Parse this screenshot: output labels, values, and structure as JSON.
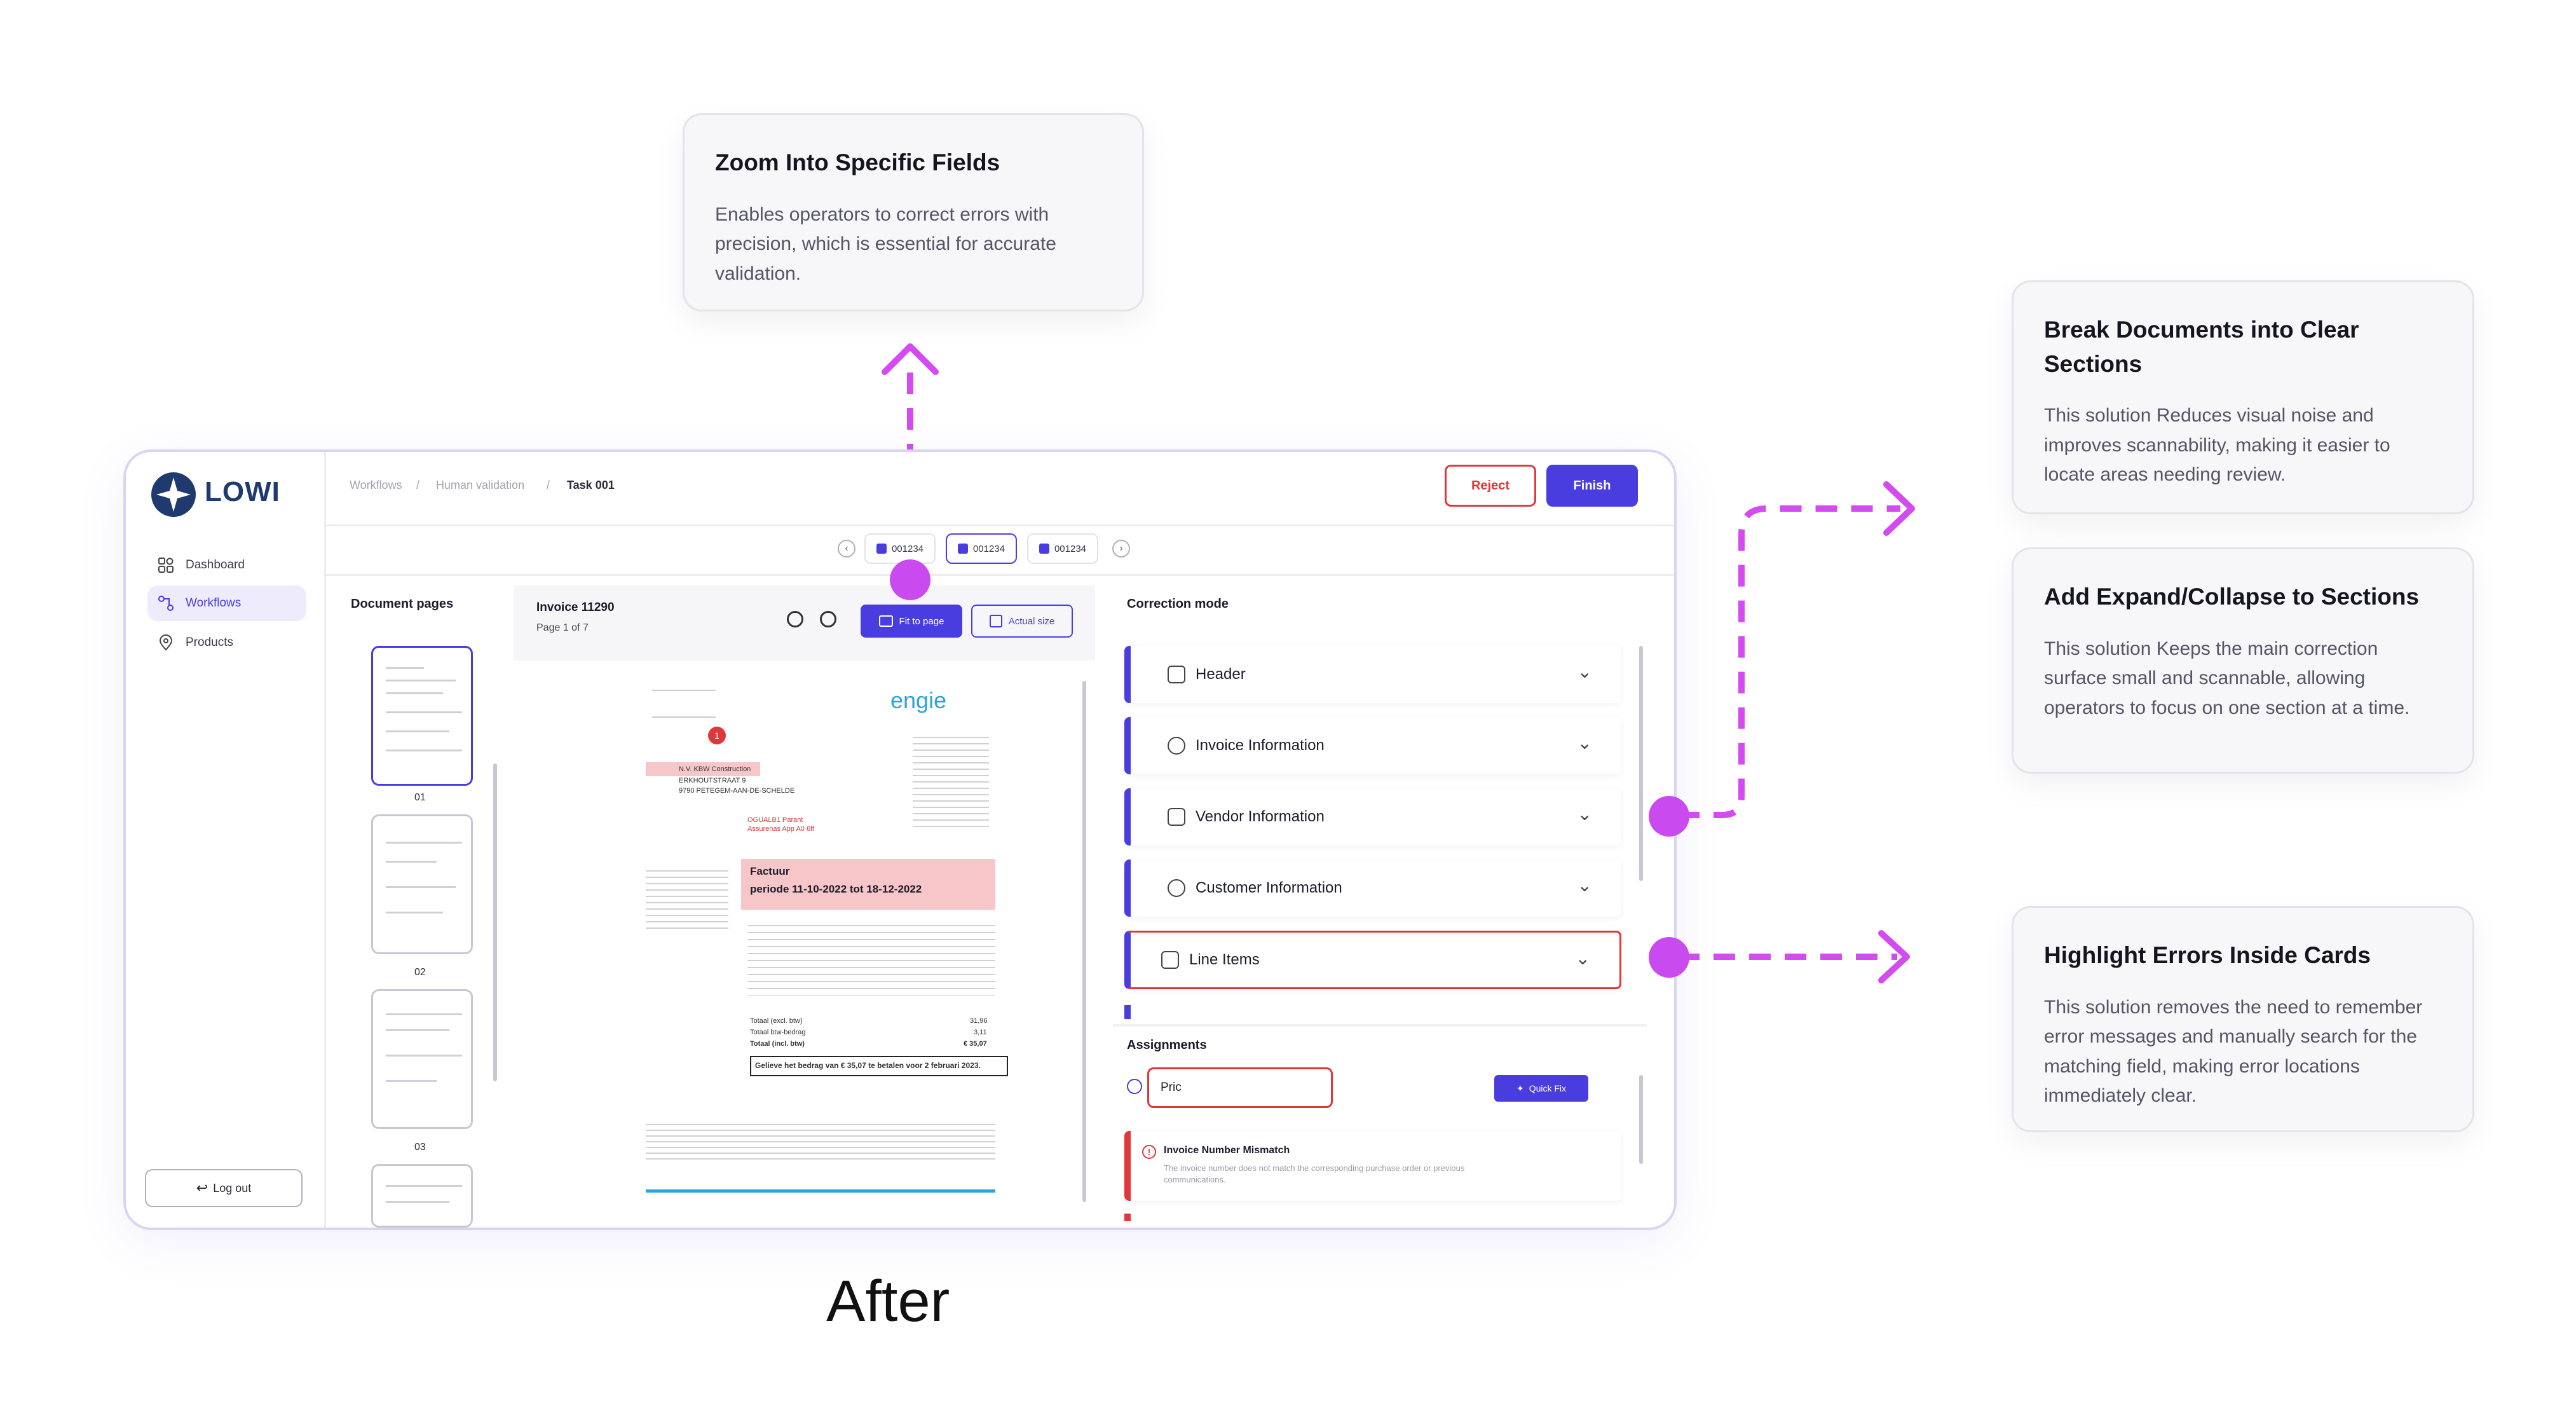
{
  "callouts": [
    {
      "title": "Zoom Into Specific Fields",
      "body": "Enables operators to correct errors with precision, which is essential for accurate validation."
    },
    {
      "title": "Break Documents into Clear Sections",
      "body": "This solution Reduces visual noise and improves scannability, making it easier to locate areas needing review."
    },
    {
      "title": "Add Expand/Collapse to Sections",
      "body": "This solution Keeps the main correction surface small and scannable, allowing operators to focus on one section at a time."
    },
    {
      "title": "Highlight Errors Inside Cards",
      "body": "This solution removes the need to remember error messages and manually search for the matching field, making error locations immediately clear."
    }
  ],
  "caption": "After",
  "app": {
    "logo": "LOWI",
    "nav": [
      "Dashboard",
      "Workflows",
      "Products"
    ],
    "logout": "Log out",
    "breadcrumb": [
      "Workflows",
      "Human validation",
      "Task 001"
    ],
    "reject": "Reject",
    "finish": "Finish",
    "doc_tabs": [
      "001234",
      "001234",
      "001234"
    ],
    "doc_pages_title": "Document pages",
    "thumb_labels": [
      "01",
      "02",
      "03"
    ],
    "viewer": {
      "title": "Invoice 11290",
      "page": "Page 1 of 7",
      "fit": "Fit to page",
      "actual": "Actual size"
    },
    "document": {
      "brand": "engie",
      "addressee": "N.V. KBW Construction",
      "street": "ERKHOUTSTRAAT 9",
      "city": "9790 PETEGEM-AAN-DE-SCHELDE",
      "insurer": "OGUALB1 Parant Assurenas App A0 6ff",
      "invoice_label": "Factuur",
      "period": "periode 11-10-2022 tot 18-12-2022",
      "total_excl": "Totaal (excl. btw)",
      "total_excl_val": "31,96",
      "total_vat": "Totaal btw-bedrag",
      "total_vat_val": "3,11",
      "total_incl": "Totaal (incl. btw)",
      "total_incl_val": "€ 35,07",
      "pay_note": "Gelieve het bedrag van € 35,07 te betalen voor 2 februari 2023.",
      "marker": "1"
    },
    "correction_title": "Correction mode",
    "sections": [
      "Header",
      "Invoice Information",
      "Vendor Information",
      "Customer Information",
      "Line Items"
    ],
    "assignments_title": "Assignments",
    "assign_input": "Pric",
    "quick_fix": "Quick Fix",
    "error": {
      "title": "Invoice Number Mismatch",
      "body": "The invoice number does not match the corresponding purchase order or previous communications."
    }
  },
  "colors": {
    "accent": "#4a3de0",
    "error": "#e0363c",
    "connector": "#d44cf0"
  }
}
